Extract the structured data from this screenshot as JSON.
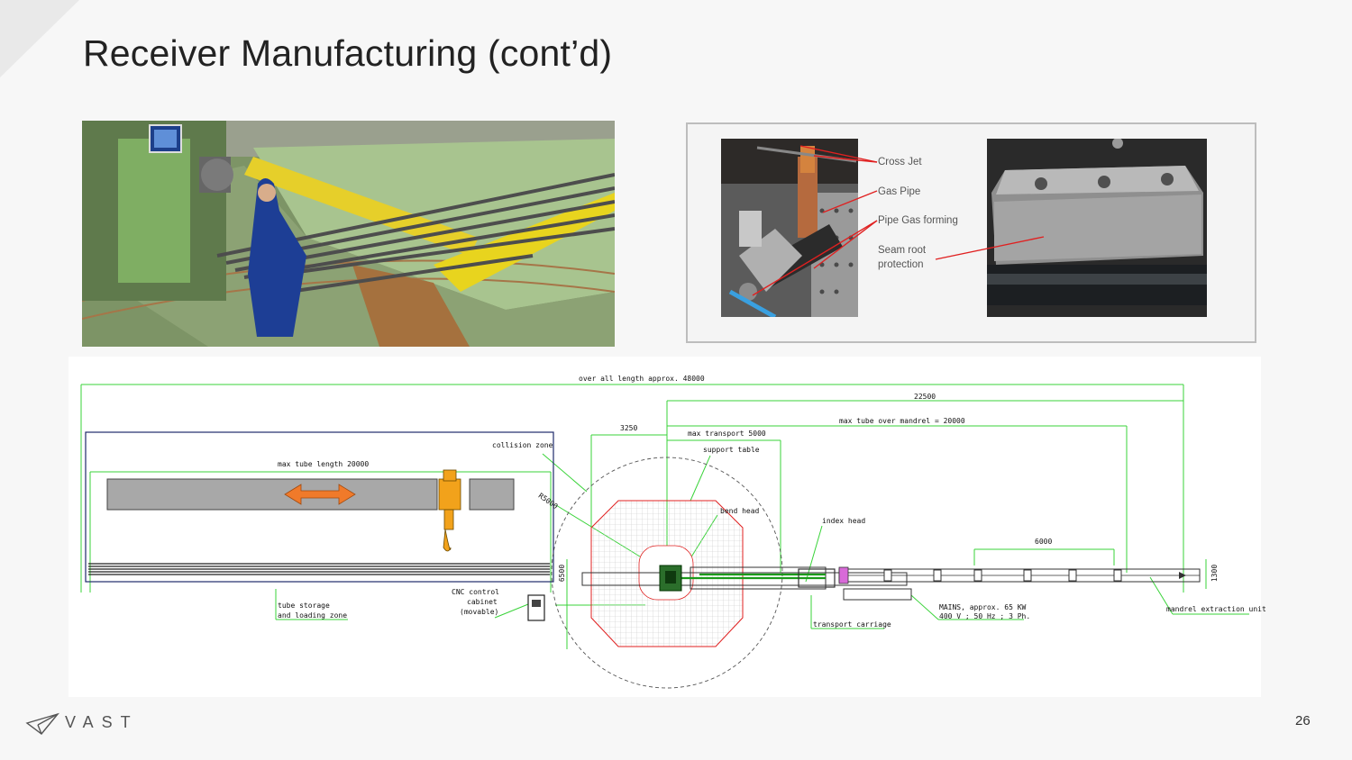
{
  "slide": {
    "title": "Receiver Manufacturing (cont’d)",
    "page_number": "26"
  },
  "logo": {
    "text": "VAST",
    "icon": "vast-paper-plane-icon"
  },
  "photo_panel": {
    "labels": {
      "cross_jet": "Cross Jet",
      "gas_pipe": "Gas Pipe",
      "pipe_gas_forming": "Pipe Gas forming",
      "seam_root_line1": "Seam root",
      "seam_root_line2": "protection"
    },
    "arrow_color": "#e02020"
  },
  "drawing": {
    "line_color": "#39d339",
    "labels": {
      "overall_length": "over all length approx. 48000",
      "d22500": "22500",
      "max_tube_over_mandrel": "max tube over mandrel = 20000",
      "d3250": "3250",
      "max_transport": "max transport 5000",
      "support_table": "support table",
      "collision_zone": "collision zone",
      "max_tube_length": "max tube length 20000",
      "r5000": "R5000",
      "bend_head": "bend head",
      "index_head": "index head",
      "d6000": "6000",
      "d6500": "6500",
      "d1300": "1300",
      "tube_storage_line1": "tube storage",
      "tube_storage_line2": "and loading zone",
      "cnc_line1": "CNC control",
      "cnc_line2": "cabinet",
      "cnc_line3": "(movable)",
      "mains_line1": "MAINS, approx. 65 KW",
      "mains_line2": "400 V ; 50 Hz ; 3 Ph.",
      "transport_carriage": "transport carriage",
      "mandrel_extraction": "mandrel extraction unit"
    }
  }
}
